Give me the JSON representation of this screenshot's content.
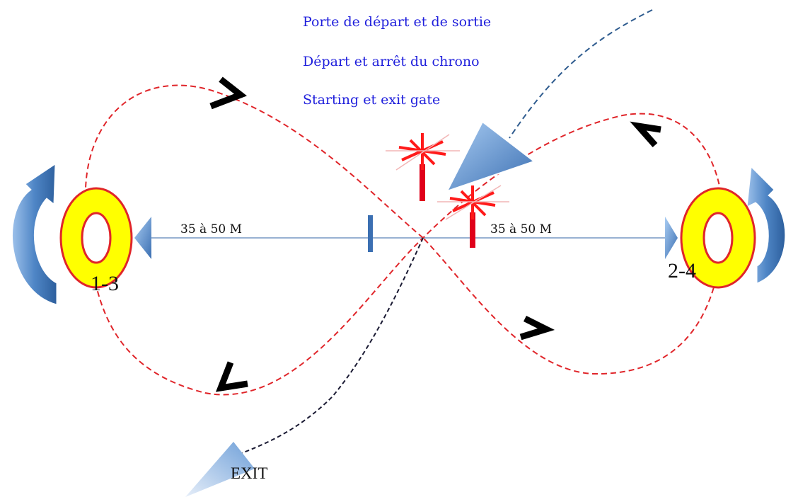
{
  "legend": {
    "line1": "Porte de départ et de sortie",
    "line2": "Départ et arrêt du chrono",
    "line3": "Starting et exit gate"
  },
  "distances": {
    "left": "35 à 50 M",
    "right": "35 à 50 M"
  },
  "cones": {
    "left": "1-3",
    "right": "2-4"
  },
  "exit_label": "EXIT",
  "colors": {
    "path": "#e0252a",
    "exit_path": "#1a1a33",
    "entry_path": "#2f5c8f",
    "cone_fill": "#ffff00",
    "cone_ring": "#e0252a",
    "curve_arrow": "#4f86c6",
    "legend_text": "#1f1fdc",
    "gate": "#e0001a"
  }
}
